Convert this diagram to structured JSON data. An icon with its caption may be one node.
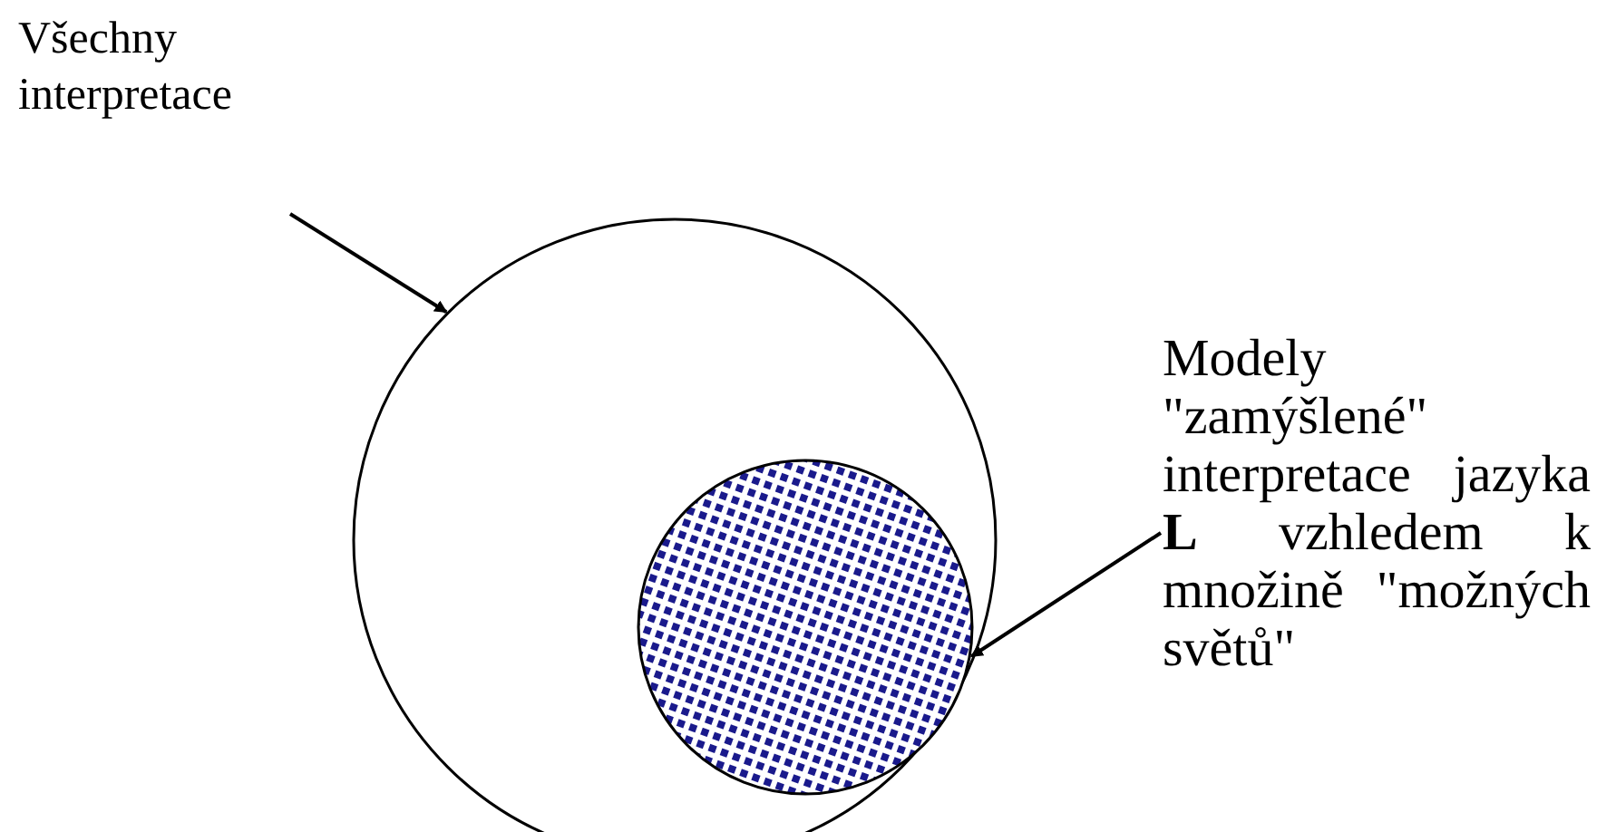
{
  "diagram": {
    "nodes": [
      {
        "text": [
          "Všechny interpretace"
        ]
      },
      {
        "text": [],
        "shape": "circle"
      },
      {
        "text": [],
        "shape": "circle",
        "in": 1
      },
      {
        "text": [
          "Modely \"zamýšlené\" interpretace jazyka **L** vzhledem k množině \"možných světů\""
        ]
      }
    ],
    "edges": [
      {
        "from": 0,
        "to": 1,
        "arrow": "to"
      },
      {
        "from": 3,
        "to": 2,
        "arrow": "to"
      }
    ]
  }
}
